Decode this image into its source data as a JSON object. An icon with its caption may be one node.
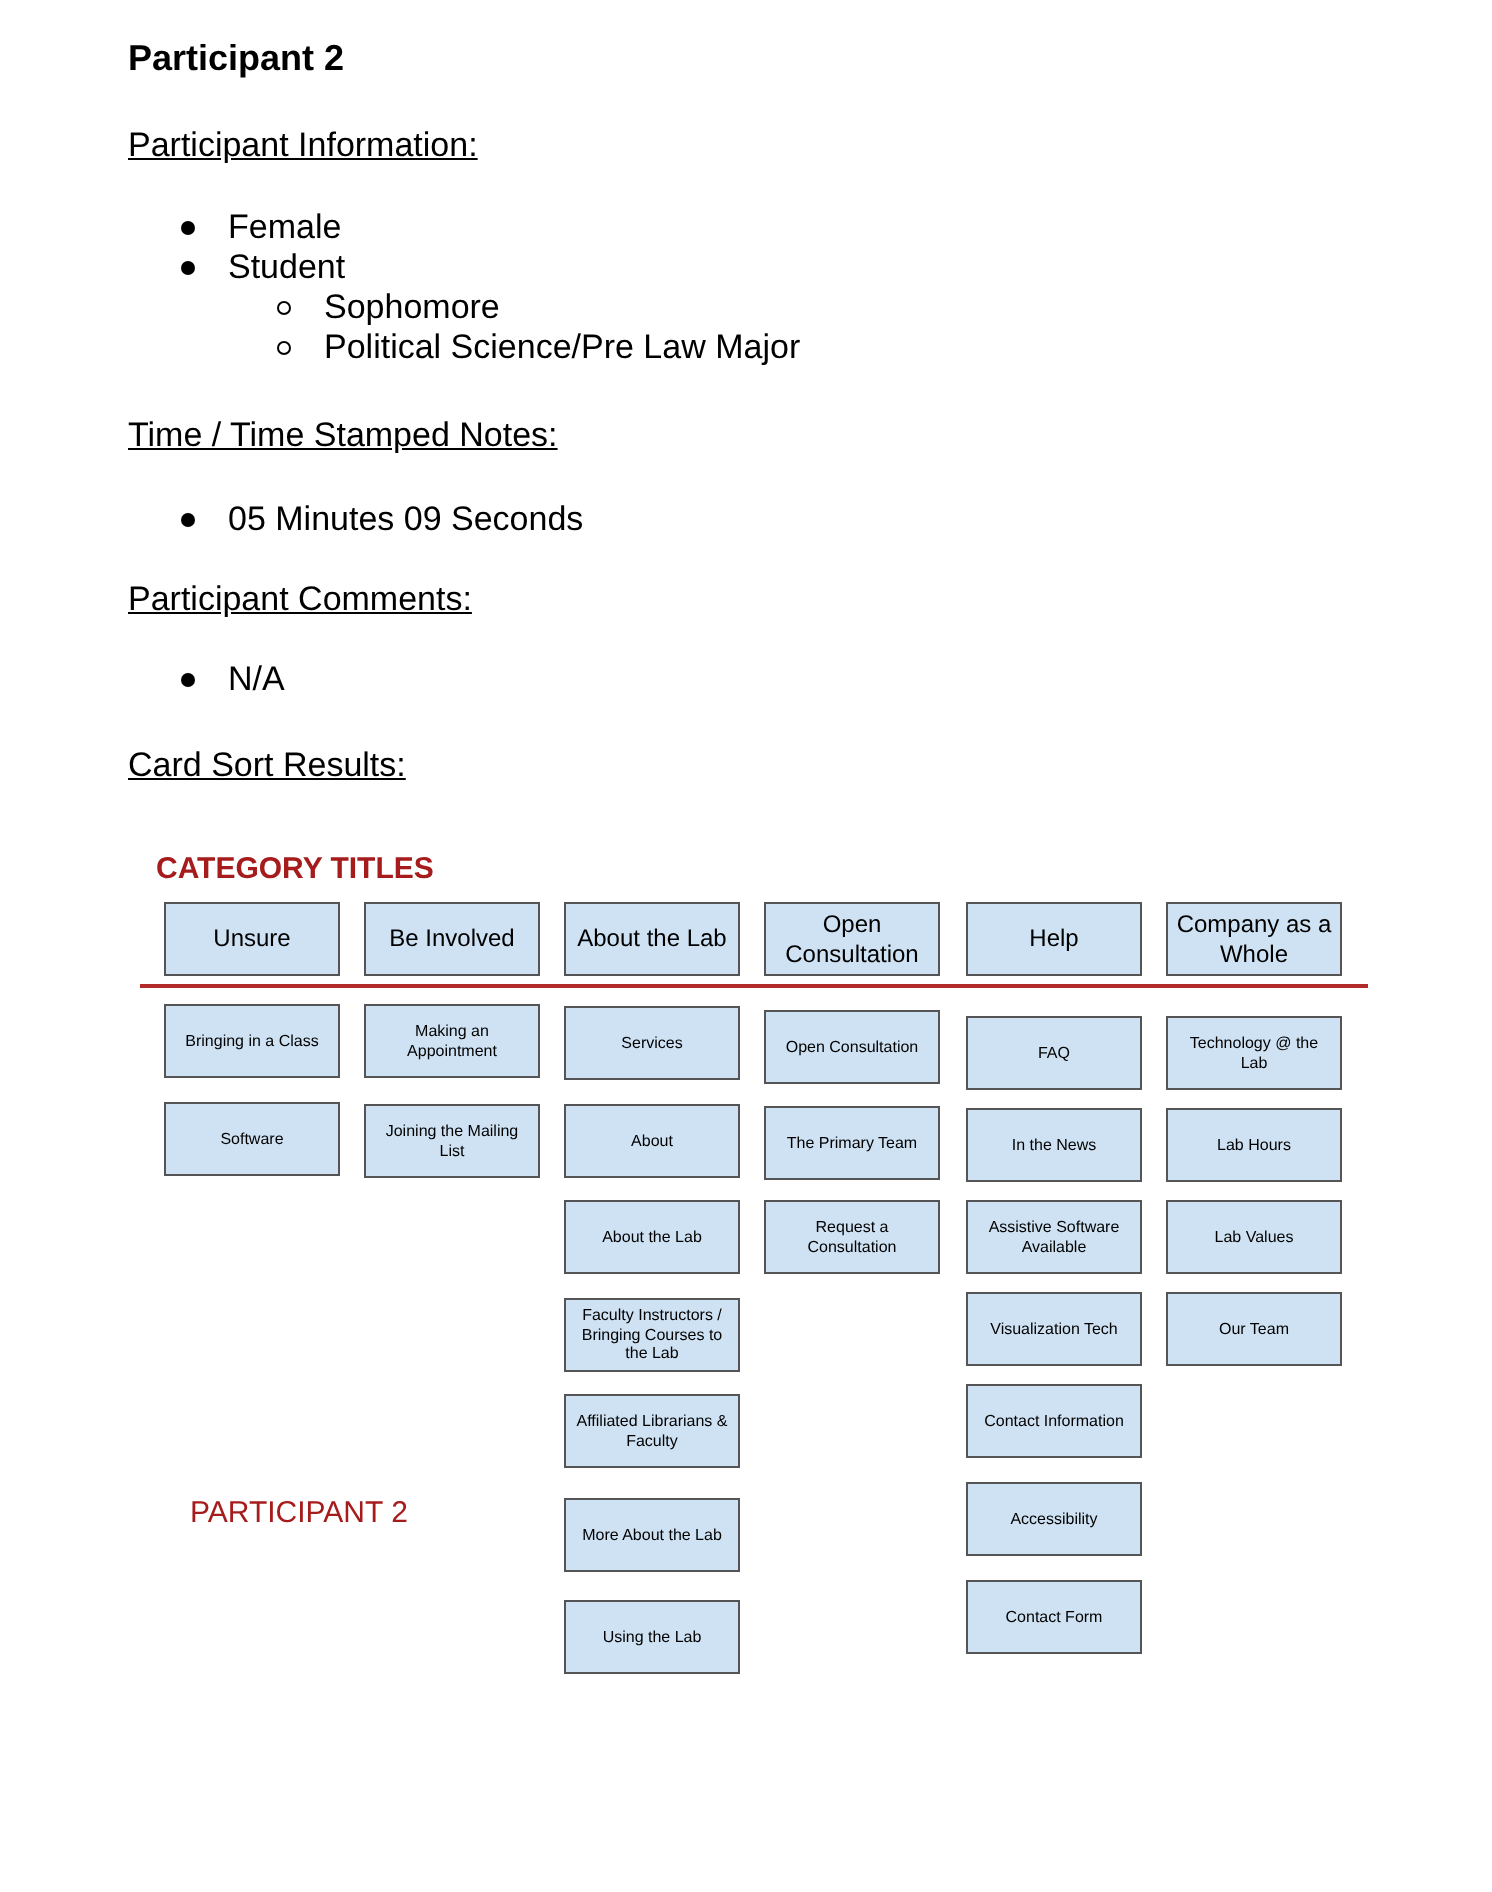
{
  "diagram": {
    "title": "Participant 2",
    "nodes": [
      {
        "text": [
          "Unsure"
        ]
      },
      {
        "text": [
          "Be Involved"
        ]
      },
      {
        "text": [
          "About the Lab"
        ]
      },
      {
        "text": [
          "Open Consultation"
        ]
      },
      {
        "text": [
          "Help"
        ]
      },
      {
        "text": [
          "Company as a Whole"
        ]
      },
      {
        "text": [
          "Bringing in a Class"
        ]
      },
      {
        "text": [
          "Software"
        ]
      },
      {
        "text": [
          "Making an Appointment"
        ]
      },
      {
        "text": [
          "Joining the Mailing List"
        ]
      },
      {
        "text": [
          "Services"
        ]
      },
      {
        "text": [
          "About"
        ]
      },
      {
        "text": [
          "About the Lab"
        ]
      },
      {
        "text": [
          "Faculty Instructors / Bringing Courses to the Lab"
        ]
      },
      {
        "text": [
          "Affiliated Librarians & Faculty"
        ]
      },
      {
        "text": [
          "More About the Lab"
        ]
      },
      {
        "text": [
          "Using the Lab"
        ]
      },
      {
        "text": [
          "Open Consultation"
        ]
      },
      {
        "text": [
          "The Primary Team"
        ]
      },
      {
        "text": [
          "Request a Consultation"
        ]
      },
      {
        "text": [
          "FAQ"
        ]
      },
      {
        "text": [
          "In the News"
        ]
      },
      {
        "text": [
          "Assistive Software Available"
        ]
      },
      {
        "text": [
          "Visualization Tech"
        ]
      },
      {
        "text": [
          "Contact Information"
        ]
      },
      {
        "text": [
          "Accessibility"
        ]
      },
      {
        "text": [
          "Contact Form"
        ]
      },
      {
        "text": [
          "Technology @ the Lab"
        ]
      },
      {
        "text": [
          "Lab Hours"
        ]
      },
      {
        "text": [
          "Lab Values"
        ]
      },
      {
        "text": [
          "Our Team"
        ]
      }
    ],
    "edges": [],
    "labels": [
      "Participant Information:",
      "Female",
      "Student",
      "Sophomore",
      "Political Science/Pre Law Major",
      "Time / Time Stamped Notes:",
      "05 Minutes 09 Seconds",
      "Participant Comments:",
      "N/A",
      "Card Sort Results:",
      "CATEGORY TITLES",
      "PARTICIPANT 2"
    ]
  }
}
